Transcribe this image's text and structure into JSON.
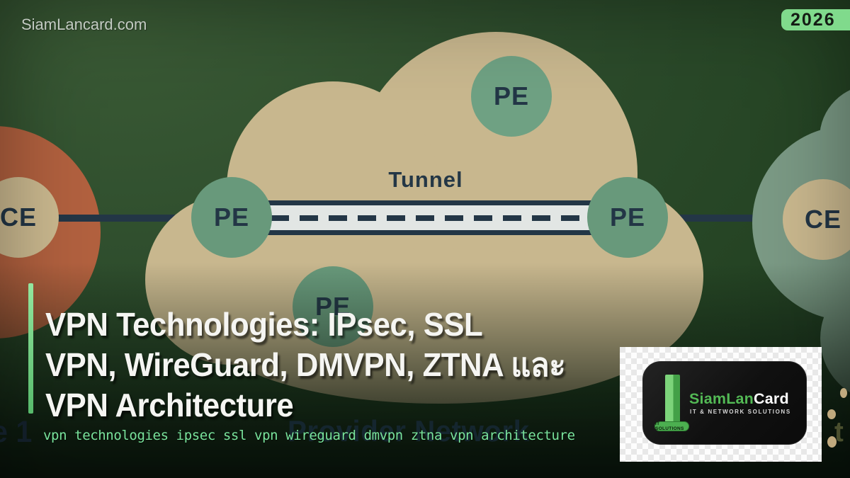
{
  "watermark": "SiamLancard.com",
  "year_badge": "2026",
  "diagram": {
    "tunnel_label": "Tunnel",
    "provider_label": "Provider Network",
    "site_fragment": "e 1",
    "hidden_fragment": "t",
    "nodes": [
      {
        "id": "pe-top",
        "label": "PE"
      },
      {
        "id": "pe-left",
        "label": "PE"
      },
      {
        "id": "pe-right",
        "label": "PE"
      },
      {
        "id": "pe-bottom",
        "label": "PE"
      },
      {
        "id": "ce-left",
        "label": "CE"
      },
      {
        "id": "ce-right",
        "label": "CE"
      }
    ]
  },
  "title": {
    "line1": "VPN Technologies: IPsec, SSL",
    "line2": "VPN, WireGuard, DMVPN, ZTNA และ",
    "line3": "VPN Architecture"
  },
  "keywords": "vpn technologies ipsec ssl vpn wireguard dmvpn ztna vpn architecture",
  "logo": {
    "brand_primary": "SiamLan",
    "brand_secondary": "Card",
    "tagline": "IT & NETWORK SOLUTIONS",
    "badge": "IT SOLUTIONS"
  },
  "colors": {
    "background_green": "#2d4c2c",
    "accent_green": "#7de091",
    "cloud_tan": "#c8b78e",
    "node_green": "#68997b",
    "node_navy": "#233646",
    "site_orange": "#b2613f",
    "remote_sage": "#7b9a85",
    "tunnel_fill": "#e2e6e4",
    "badge_green": "#80da8c"
  }
}
